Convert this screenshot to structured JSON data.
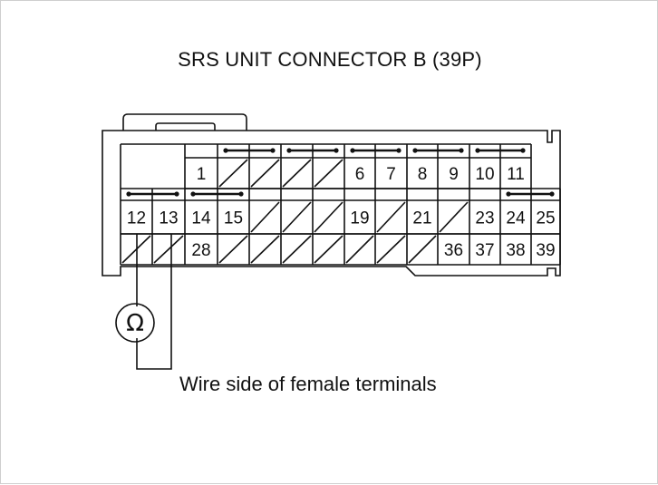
{
  "title": "SRS UNIT CONNECTOR B (39P)",
  "caption": "Wire side of female terminals",
  "meter_symbol": "Ω",
  "pins": {
    "row1": [
      {
        "label": "1"
      },
      {
        "label": ""
      },
      {
        "label": ""
      },
      {
        "label": ""
      },
      {
        "label": ""
      },
      {
        "label": "6"
      },
      {
        "label": "7"
      },
      {
        "label": "8"
      },
      {
        "label": "9"
      },
      {
        "label": "10"
      },
      {
        "label": "11"
      }
    ],
    "row2": [
      {
        "label": "12"
      },
      {
        "label": "13"
      },
      {
        "label": "14"
      },
      {
        "label": "15"
      },
      {
        "label": ""
      },
      {
        "label": ""
      },
      {
        "label": ""
      },
      {
        "label": "19"
      },
      {
        "label": ""
      },
      {
        "label": "21"
      },
      {
        "label": ""
      },
      {
        "label": "23"
      },
      {
        "label": "24"
      },
      {
        "label": "25"
      }
    ],
    "row3": [
      {
        "label": ""
      },
      {
        "label": ""
      },
      {
        "label": "28"
      },
      {
        "label": ""
      },
      {
        "label": ""
      },
      {
        "label": ""
      },
      {
        "label": ""
      },
      {
        "label": ""
      },
      {
        "label": ""
      },
      {
        "label": ""
      },
      {
        "label": "36"
      },
      {
        "label": "37"
      },
      {
        "label": "38"
      },
      {
        "label": "39"
      }
    ]
  }
}
